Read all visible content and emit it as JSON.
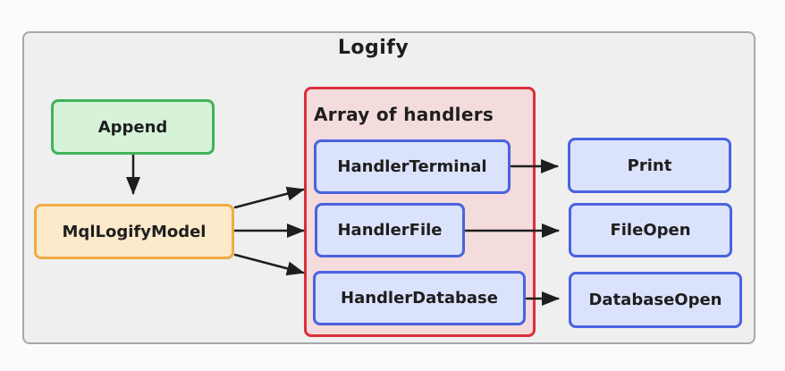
{
  "title": "Logify",
  "group": {
    "label": "Array of handlers"
  },
  "nodes": {
    "append": "Append",
    "model": "MqlLogifyModel",
    "handler_terminal": "HandlerTerminal",
    "handler_file": "HandlerFile",
    "handler_database": "HandlerDatabase",
    "print": "Print",
    "file_open": "FileOpen",
    "database_open": "DatabaseOpen"
  },
  "colors": {
    "frame_border": "#a6a8ad",
    "group_border": "#dc2f3c",
    "blue_border": "#4a63e0",
    "green_border": "#3fb35a",
    "orange_border": "#f0ab45",
    "arrow": "#1e1e1e"
  }
}
